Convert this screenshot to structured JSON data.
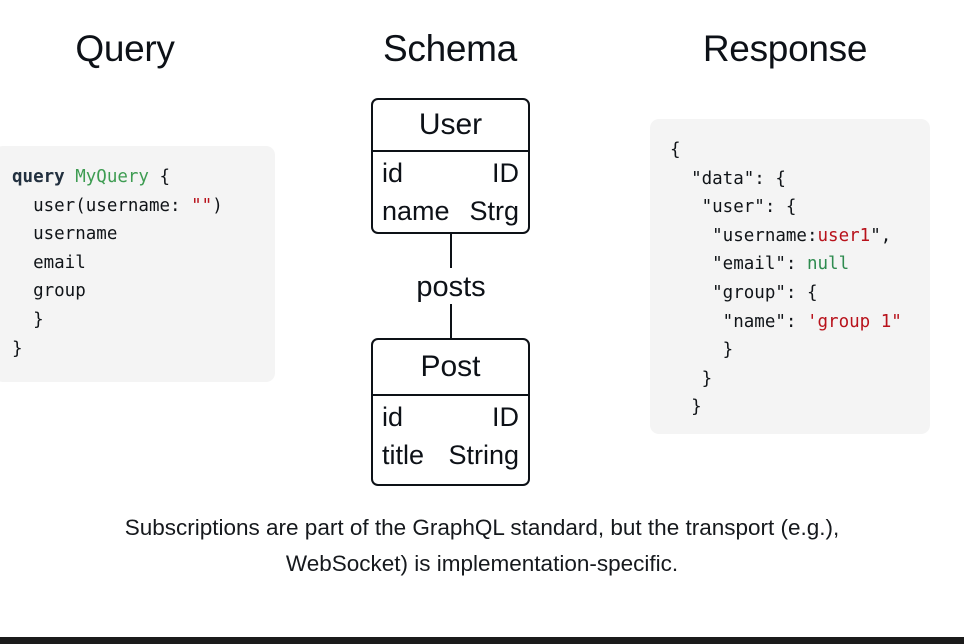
{
  "headings": {
    "query": "Query",
    "schema": "Schema",
    "response": "Response"
  },
  "query_panel": {
    "lines": [
      {
        "segments": [
          {
            "text": "query ",
            "style": "kw"
          },
          {
            "text": "MyQuery",
            "style": "name"
          },
          {
            "text": " {",
            "style": "plain"
          }
        ]
      },
      {
        "segments": [
          {
            "text": "  user(username: ",
            "style": "plain"
          },
          {
            "text": "\"\"",
            "style": "str"
          },
          {
            "text": ")",
            "style": "plain"
          }
        ]
      },
      {
        "segments": [
          {
            "text": "  username",
            "style": "plain"
          }
        ]
      },
      {
        "segments": [
          {
            "text": "  email",
            "style": "plain"
          }
        ]
      },
      {
        "segments": [
          {
            "text": "  group",
            "style": "plain"
          }
        ]
      },
      {
        "segments": [
          {
            "text": "  }",
            "style": "plain"
          }
        ]
      },
      {
        "segments": [
          {
            "text": "}",
            "style": "plain"
          }
        ]
      }
    ]
  },
  "response_panel": {
    "lines": [
      {
        "segments": [
          {
            "text": "{",
            "style": "plain"
          }
        ]
      },
      {
        "segments": [
          {
            "text": "  \"data\": {",
            "style": "plain"
          }
        ]
      },
      {
        "segments": [
          {
            "text": "   \"user\": {",
            "style": "plain"
          }
        ]
      },
      {
        "segments": [
          {
            "text": "    \"username:",
            "style": "plain"
          },
          {
            "text": "user1",
            "style": "str"
          },
          {
            "text": "\",",
            "style": "plain"
          }
        ]
      },
      {
        "segments": [
          {
            "text": "    \"email\": ",
            "style": "plain"
          },
          {
            "text": "null",
            "style": "null"
          }
        ]
      },
      {
        "segments": [
          {
            "text": "    \"group\": {",
            "style": "plain"
          }
        ]
      },
      {
        "segments": [
          {
            "text": "     \"name\": ",
            "style": "plain"
          },
          {
            "text": "'group 1\"",
            "style": "str"
          }
        ]
      },
      {
        "segments": [
          {
            "text": "     }",
            "style": "plain"
          }
        ]
      },
      {
        "segments": [
          {
            "text": "   }",
            "style": "plain"
          }
        ]
      },
      {
        "segments": [
          {
            "text": "  }",
            "style": "plain"
          }
        ]
      }
    ]
  },
  "schema": {
    "entities": [
      {
        "title": "User",
        "fields": [
          {
            "name": "id",
            "type": "ID"
          },
          {
            "name": "name",
            "type": "Strg"
          }
        ]
      },
      {
        "title": "Post",
        "fields": [
          {
            "name": "id",
            "type": "ID"
          },
          {
            "name": "title",
            "type": "String"
          }
        ]
      }
    ],
    "relation_label": "posts"
  },
  "caption": {
    "line1": "Subscriptions are part of the GraphQL standard, but the transport (e.g.),",
    "line2": "WebSocket) is implementation-specific."
  },
  "colors": {
    "panel_bg": "#f4f4f4",
    "text": "#101418",
    "keyword": "#22303f",
    "identifier": "#3e9c52",
    "string": "#b8121b",
    "null": "#2e8b4f",
    "border": "#0d1117"
  }
}
